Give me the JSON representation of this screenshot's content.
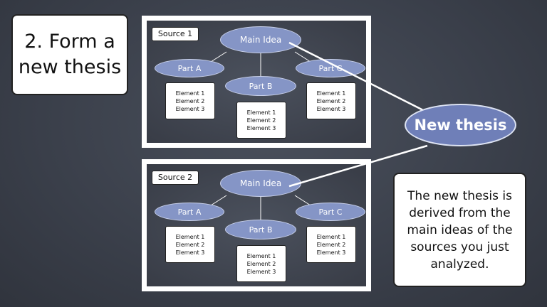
{
  "step_title": "2. Form a new thesis",
  "sources": [
    {
      "label": "Source 1",
      "main_idea": "Main Idea",
      "parts": [
        "Part A",
        "Part B",
        "Part C"
      ],
      "elements": [
        [
          "Element 1",
          "Element 2",
          "Element 3"
        ],
        [
          "Element 1",
          "Element 2",
          "Element 3"
        ],
        [
          "Element 1",
          "Element 2",
          "Element 3"
        ]
      ]
    },
    {
      "label": "Source 2",
      "main_idea": "Main Idea",
      "parts": [
        "Part A",
        "Part B",
        "Part C"
      ],
      "elements": [
        [
          "Element 1",
          "Element 2",
          "Element 3"
        ],
        [
          "Element 1",
          "Element 2",
          "Element 3"
        ],
        [
          "Element 1",
          "Element 2",
          "Element 3"
        ]
      ]
    }
  ],
  "thesis_label": "New thesis",
  "description": "The new thesis is derived from the main ideas of the sources you just analyzed.",
  "colors": {
    "background": "#3d4350",
    "oval_fill": "#8595c6",
    "thesis_fill": "#6f7fb8",
    "connector": "#ffffff"
  }
}
